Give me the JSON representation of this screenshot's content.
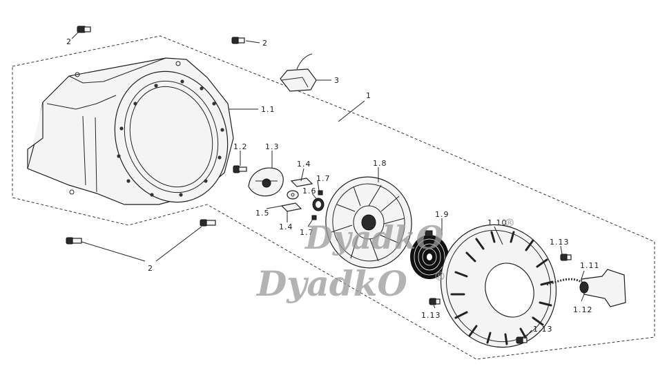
{
  "callouts": {
    "c1": "1",
    "c1_1": "1.1",
    "c1_2": "1.2",
    "c1_3": "1.3",
    "c1_4a": "1.4",
    "c1_4b": "1.4",
    "c1_5": "1.5",
    "c1_6": "1.6",
    "c1_7a": "1.7",
    "c1_7b": "1.7",
    "c1_8": "1.8",
    "c1_9": "1.9",
    "c1_10": "1.10",
    "c1_11": "1.11",
    "c1_12": "1.12",
    "c1_13a": "1.13",
    "c1_13b": "1.13",
    "c1_13c": "1.13",
    "c2a": "2",
    "c2b": "2",
    "c2c": "2",
    "c3": "3"
  },
  "watermark": {
    "text": "DyadkO",
    "registered": "®"
  }
}
